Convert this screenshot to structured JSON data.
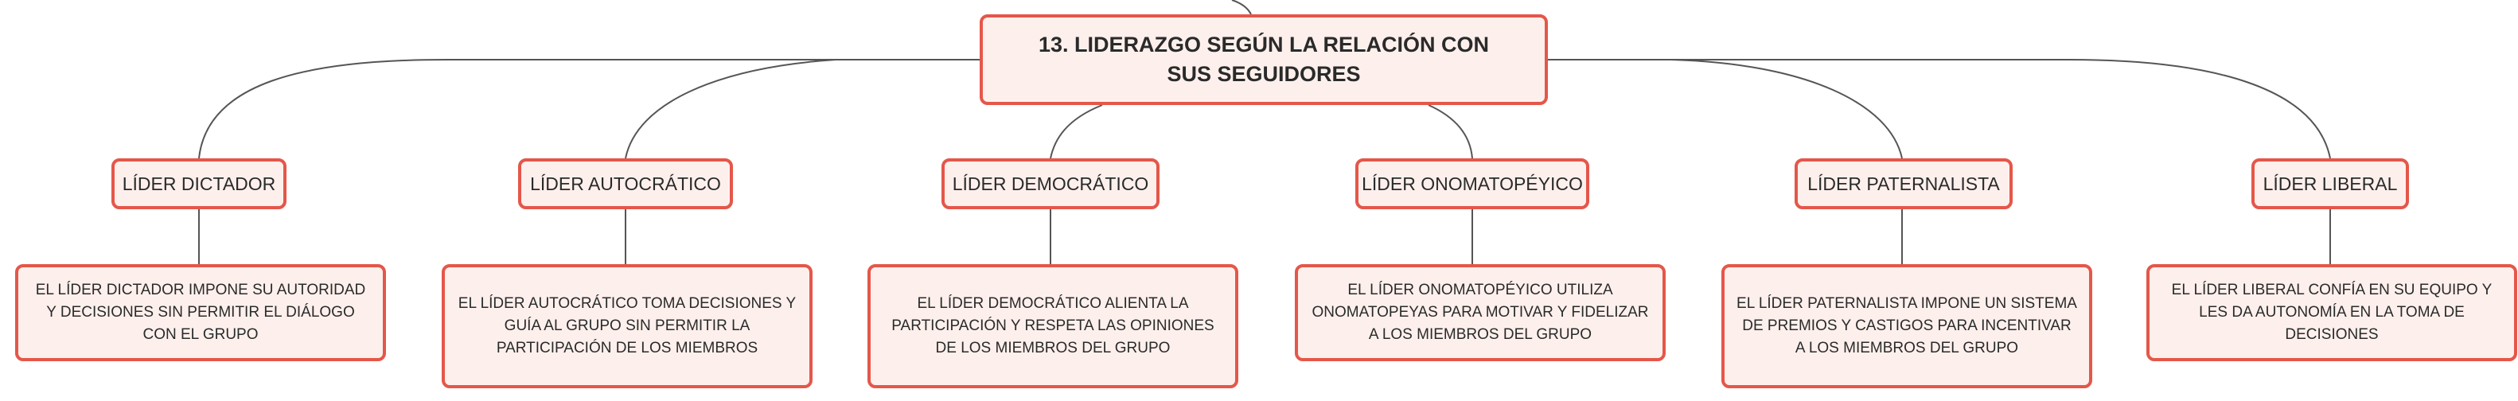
{
  "root": {
    "title": "13. LIDERAZGO SEGÚN LA RELACIÓN CON SUS SEGUIDORES"
  },
  "leaders": [
    {
      "label": "LÍDER DICTADOR",
      "description": "EL LÍDER DICTADOR IMPONE SU AUTORIDAD Y DECISIONES SIN PERMITIR EL DIÁLOGO CON EL GRUPO"
    },
    {
      "label": "LÍDER AUTOCRÁTICO",
      "description": "EL LÍDER AUTOCRÁTICO TOMA DECISIONES Y GUÍA AL GRUPO SIN PERMITIR LA PARTICIPACIÓN DE LOS MIEMBROS"
    },
    {
      "label": "LÍDER DEMOCRÁTICO",
      "description": "EL LÍDER DEMOCRÁTICO ALIENTA LA PARTICIPACIÓN Y RESPETA LAS OPINIONES DE LOS MIEMBROS DEL GRUPO"
    },
    {
      "label": "LÍDER ONOMATOPÉYICO",
      "description": "EL LÍDER ONOMATOPÉYICO UTILIZA ONOMATOPEYAS PARA MOTIVAR Y FIDELIZAR A LOS MIEMBROS DEL GRUPO"
    },
    {
      "label": "LÍDER PATERNALISTA",
      "description": "EL LÍDER PATERNALISTA IMPONE UN SISTEMA DE PREMIOS Y CASTIGOS PARA INCENTIVAR A LOS MIEMBROS DEL GRUPO"
    },
    {
      "label": "LÍDER LIBERAL",
      "description": "EL LÍDER LIBERAL CONFÍA EN SU EQUIPO Y LES DA AUTONOMÍA EN LA TOMA DE DECISIONES"
    }
  ],
  "colors": {
    "border": "#e4574a",
    "fill": "#fdf0ec",
    "line": "#555555",
    "text": "#2a2a2a"
  }
}
